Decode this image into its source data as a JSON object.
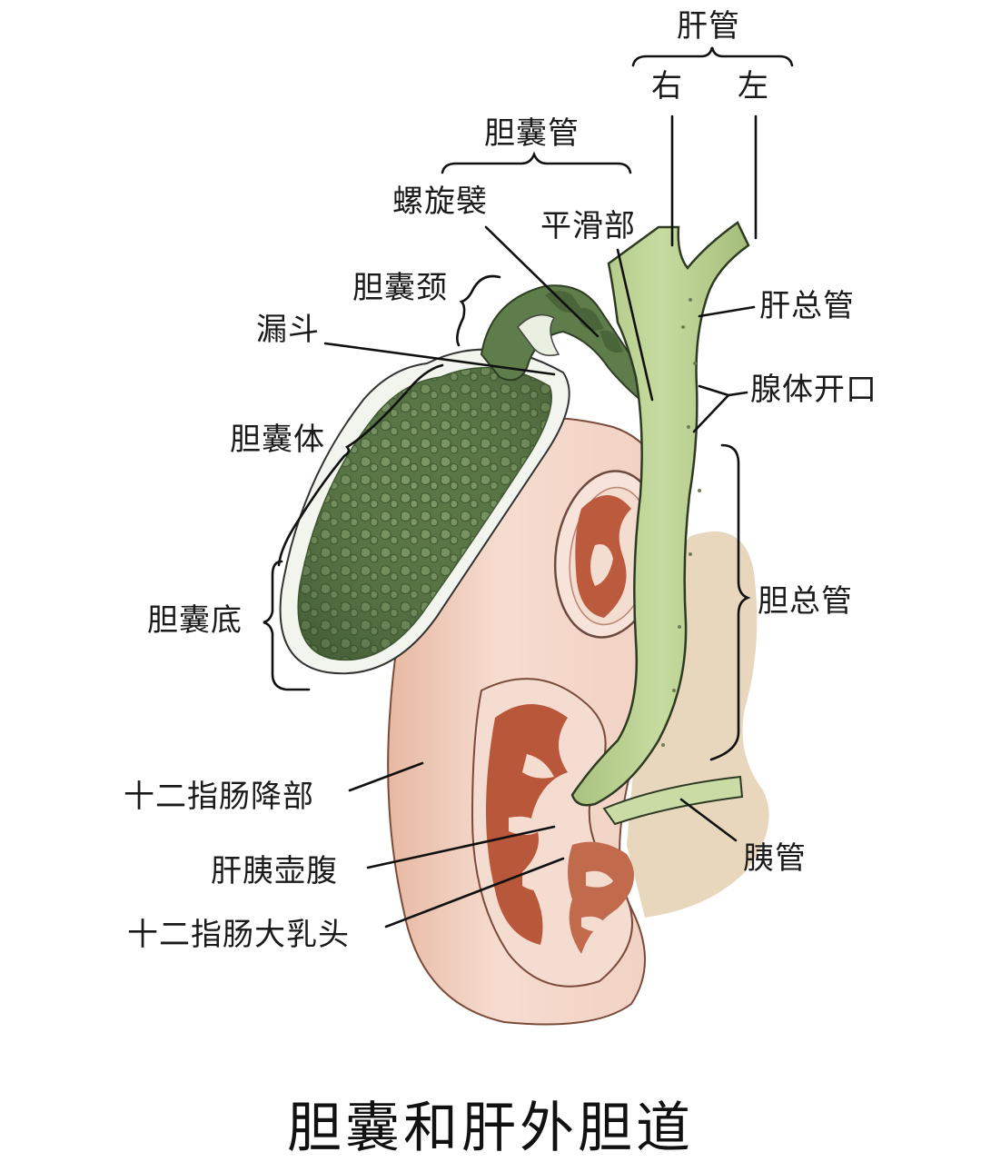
{
  "title": "胆囊和肝外胆道",
  "labels": {
    "hepatic_duct": "肝管",
    "right": "右",
    "left": "左",
    "cystic_duct": "胆囊管",
    "spiral_fold": "螺旋襞",
    "smooth_part": "平滑部",
    "gallbladder_neck": "胆囊颈",
    "infundibulum": "漏斗",
    "common_hepatic_duct": "肝总管",
    "gland_openings": "腺体开口",
    "gallbladder_body": "胆囊体",
    "gallbladder_fundus": "胆囊底",
    "common_bile_duct": "胆总管",
    "descending_duodenum": "十二指肠降部",
    "hepatopancreatic_ampulla": "肝胰壶腹",
    "pancreatic_duct": "胰管",
    "major_duodenal_papilla": "十二指肠大乳头"
  },
  "colors": {
    "gallbladder_dark": "#4f6b3e",
    "gallbladder_mid": "#6f8a55",
    "duct_green": "#b7cf8e",
    "duct_light": "#d6e4b4",
    "duodenum_pink": "#f3d2c4",
    "duodenum_mucosa": "#b9573a",
    "pancreas": "#e3d2b4",
    "line": "#111111"
  }
}
